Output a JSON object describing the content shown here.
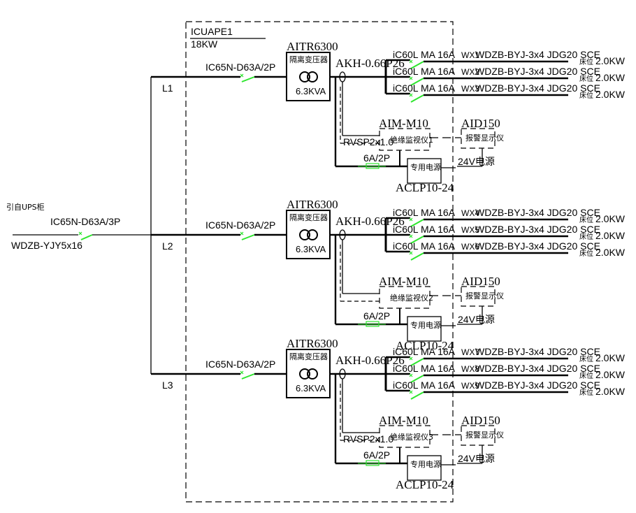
{
  "panel": {
    "name": "ICUAPE1",
    "power": "18KW"
  },
  "source": {
    "label": "引自UPS柜",
    "breaker": "IC65N-D63A/3P",
    "cable": "WDZB-YJY5x16"
  },
  "colors": {
    "line": "#000000",
    "breaker_accent": "#2ee62e",
    "background": "#ffffff"
  },
  "circuits": [
    {
      "phase": "L1",
      "breaker": "IC65N-D63A/2P",
      "transformer_model": "AITR6300",
      "transformer_label": "隔离变压器",
      "transformer_rating": "6.3KVA",
      "ct_model": "AKH-0.66P26",
      "monitor_model": "AIM-M10",
      "monitor_label": "绝缘监视仪1",
      "signal_cable": "RVSP2x1.0",
      "fuse": "6A/2P",
      "psu_label": "专用电源",
      "psu_model": "ACLP10-24",
      "alarm_model": "AID150",
      "alarm_label": "报警显示仪",
      "alarm_power": "24V电源",
      "outlets": [
        {
          "breaker": "iC60L MA 16A",
          "id": "WX1",
          "cable": "WDZB-BYJ-3x4 JDG20 SCE",
          "desc": "床位",
          "power": "2.0KW"
        },
        {
          "breaker": "iC60L MA 16A",
          "id": "WX2",
          "cable": "WDZB-BYJ-3x4 JDG20 SCE",
          "desc": "床位",
          "power": "2.0KW"
        },
        {
          "breaker": "iC60L MA 16A",
          "id": "WX3",
          "cable": "WDZB-BYJ-3x4 JDG20 SCE",
          "desc": "床位",
          "power": "2.0KW"
        }
      ]
    },
    {
      "phase": "L2",
      "breaker": "IC65N-D63A/2P",
      "transformer_model": "AITR6300",
      "transformer_label": "隔离变压器",
      "transformer_rating": "6.3KVA",
      "ct_model": "AKH-0.66P26",
      "monitor_model": "AIM-M10",
      "monitor_label": "绝缘监视仪2",
      "signal_cable": "",
      "fuse": "6A/2P",
      "psu_label": "专用电源",
      "psu_model": "ACLP10-24",
      "alarm_model": "AID150",
      "alarm_label": "报警显示仪",
      "alarm_power": "24V电源",
      "outlets": [
        {
          "breaker": "iC60L MA 16A",
          "id": "WX4",
          "cable": "WDZB-BYJ-3x4 JDG20 SCE",
          "desc": "床位",
          "power": "2.0KW"
        },
        {
          "breaker": "iC60L MA 16A",
          "id": "WX5",
          "cable": "WDZB-BYJ-3x4 JDG20 SCE",
          "desc": "床位",
          "power": "2.0KW"
        },
        {
          "breaker": "iC60L MA 16A",
          "id": "WX6",
          "cable": "WDZB-BYJ-3x4 JDG20 SCE",
          "desc": "床位",
          "power": "2.0KW"
        }
      ]
    },
    {
      "phase": "L3",
      "breaker": "IC65N-D63A/2P",
      "transformer_model": "AITR6300",
      "transformer_label": "隔离变压器",
      "transformer_rating": "6.3KVA",
      "ct_model": "AKH-0.66P26",
      "monitor_model": "AIM-M10",
      "monitor_label": "绝缘监视仪3",
      "signal_cable": "RVSP2x1.0",
      "fuse": "6A/2P",
      "psu_label": "专用电源",
      "psu_model": "ACLP10-24",
      "alarm_model": "AID150",
      "alarm_label": "报警显示仪",
      "alarm_power": "24V电源",
      "outlets": [
        {
          "breaker": "iC60L MA 16A",
          "id": "WX7",
          "cable": "WDZB-BYJ-3x4 JDG20 SCE",
          "desc": "床位",
          "power": "2.0KW"
        },
        {
          "breaker": "iC60L MA 16A",
          "id": "WX8",
          "cable": "WDZB-BYJ-3x4 JDG20 SCE",
          "desc": "床位",
          "power": "2.0KW"
        },
        {
          "breaker": "iC60L MA 16A",
          "id": "WX9",
          "cable": "WDZB-BYJ-3x4 JDG20 SCE",
          "desc": "床位",
          "power": "2.0KW"
        }
      ]
    }
  ]
}
